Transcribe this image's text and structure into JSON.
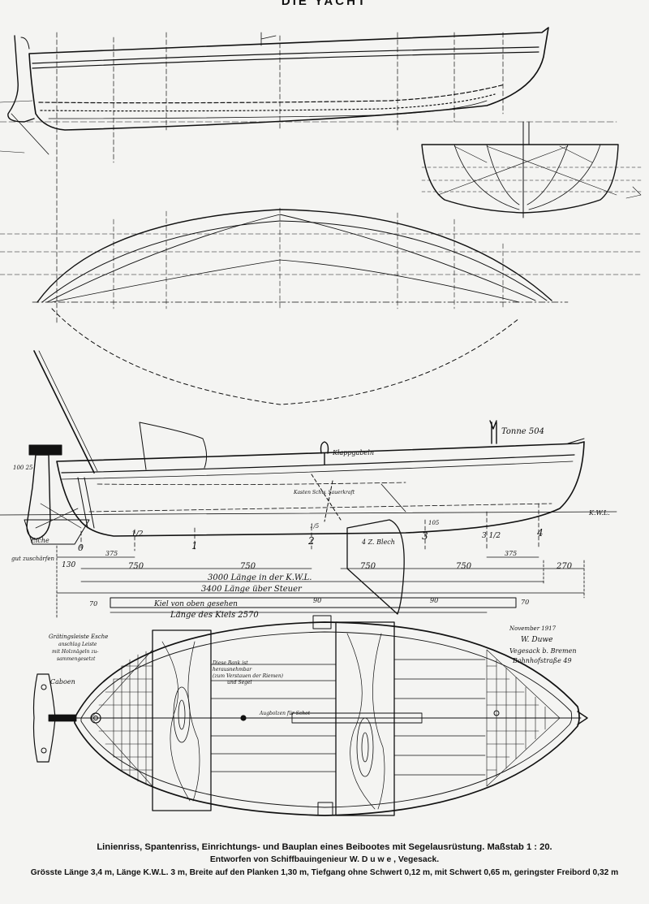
{
  "header": {
    "title": "DIE YACHT"
  },
  "profile": {
    "labels": {
      "klappgabeln": "Klappgabeln",
      "tonne": "Tonne 504",
      "kwl": "K.W.L.",
      "eiche": "Eiche",
      "gut_zuschaerfen": "gut zuschärfen",
      "blech": "4 Z. Blech",
      "schwert_note": "Kasten Schw. Sauerkraft",
      "station_mark": "1/5",
      "mark_12525": "100 25",
      "mark_05": "105"
    },
    "stations": [
      "0",
      "1/2",
      "1",
      "2",
      "3",
      "3 1/2",
      "4"
    ],
    "dimensions": {
      "d130": "130",
      "d375a": "375",
      "d750a": "750",
      "d750b": "750",
      "d750c": "750",
      "d750d": "750",
      "d375b": "375",
      "d270": "270",
      "kwl_length": "3000 Länge in der K.W.L.",
      "overall_length": "3400 Länge über Steuer",
      "keel_top": "Kiel von oben gesehen",
      "keel_length": "Länge des Kiels 2570",
      "keel_70a": "70",
      "keel_90a": "90",
      "keel_90b": "90",
      "keel_70b": "70"
    }
  },
  "plan": {
    "labels": {
      "graeting": "Grätingsleiste Esche",
      "graeting2": "anschlag Leiste",
      "graeting3": "mit Holznägeln zu-",
      "graeting4": "sammengesetzt",
      "cabeen": "Caboen",
      "bank_note1": "Diese Bank ist",
      "bank_note2": "herausnehmbar",
      "bank_note3": "(zum Verstauen der Riemen)",
      "bank_note4": "und Segel",
      "augbolzen": "Augbolzen für Schot"
    },
    "designer_note": {
      "date": "November 1917",
      "name": "W. Duwe",
      "place": "Vegesack b. Bremen",
      "street": "Bahnhofstraße 49"
    }
  },
  "caption": {
    "line1": "Linienriss, Spantenriss, Einrichtungs- und Bauplan eines Beibootes mit Segelausrüstung.   Maßstab 1 : 20.",
    "line2": "Entworfen von Schiffbauingenieur W. D u w e ,  Vegesack.",
    "line3": "Grösste Länge 3,4 m, Länge K.W.L. 3 m, Breite auf den Planken 1,30 m, Tiefgang ohne Schwert 0,12 m, mit Schwert 0,65 m, geringster Freibord 0,32 m"
  }
}
